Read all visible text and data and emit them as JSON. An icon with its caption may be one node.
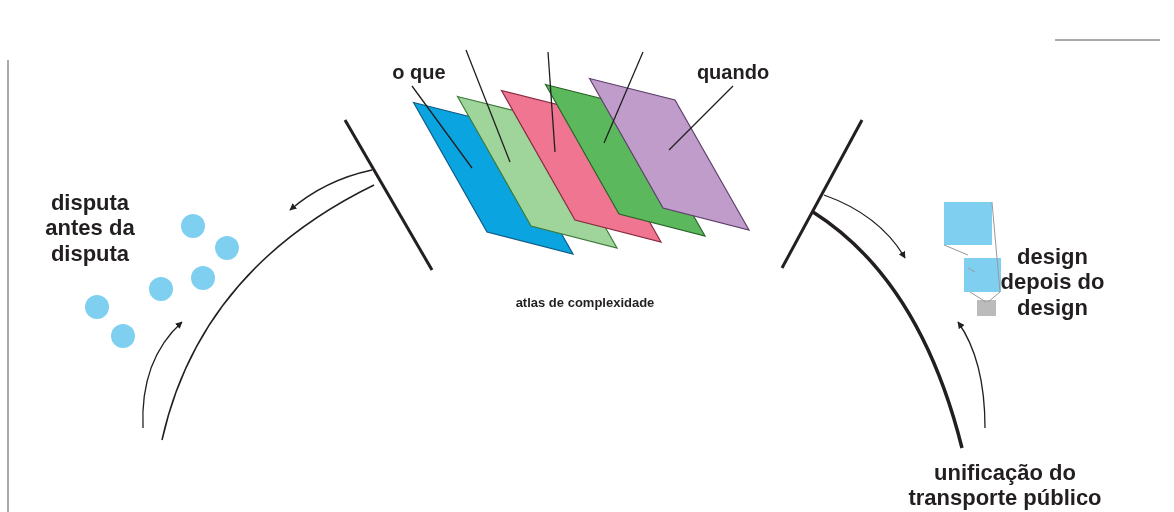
{
  "diagram": {
    "nodes": [
      {
        "text": [
          "o que"
        ]
      },
      {
        "text": [
          "quando"
        ]
      },
      {
        "text": [],
        "shape": "parallelogram"
      },
      {
        "text": [],
        "shape": "parallelogram"
      },
      {
        "text": [],
        "shape": "parallelogram"
      },
      {
        "text": [],
        "shape": "parallelogram"
      },
      {
        "text": [],
        "shape": "parallelogram"
      },
      {
        "text": [
          "disputa antes da disputa"
        ]
      },
      {
        "text": [
          "design depois do design"
        ]
      },
      {
        "text": [
          "unificação do transporte público"
        ]
      }
    ],
    "edges": [
      {
        "from": 0,
        "to": 2,
        "arrow": "none"
      },
      {
        "from": null,
        "to": 3,
        "arrow": "none"
      },
      {
        "from": null,
        "to": 4,
        "arrow": "none"
      },
      {
        "from": null,
        "to": 5,
        "arrow": "none"
      },
      {
        "from": 1,
        "to": 6,
        "arrow": "none"
      }
    ],
    "labels": [
      "atlas de complexidade"
    ]
  }
}
